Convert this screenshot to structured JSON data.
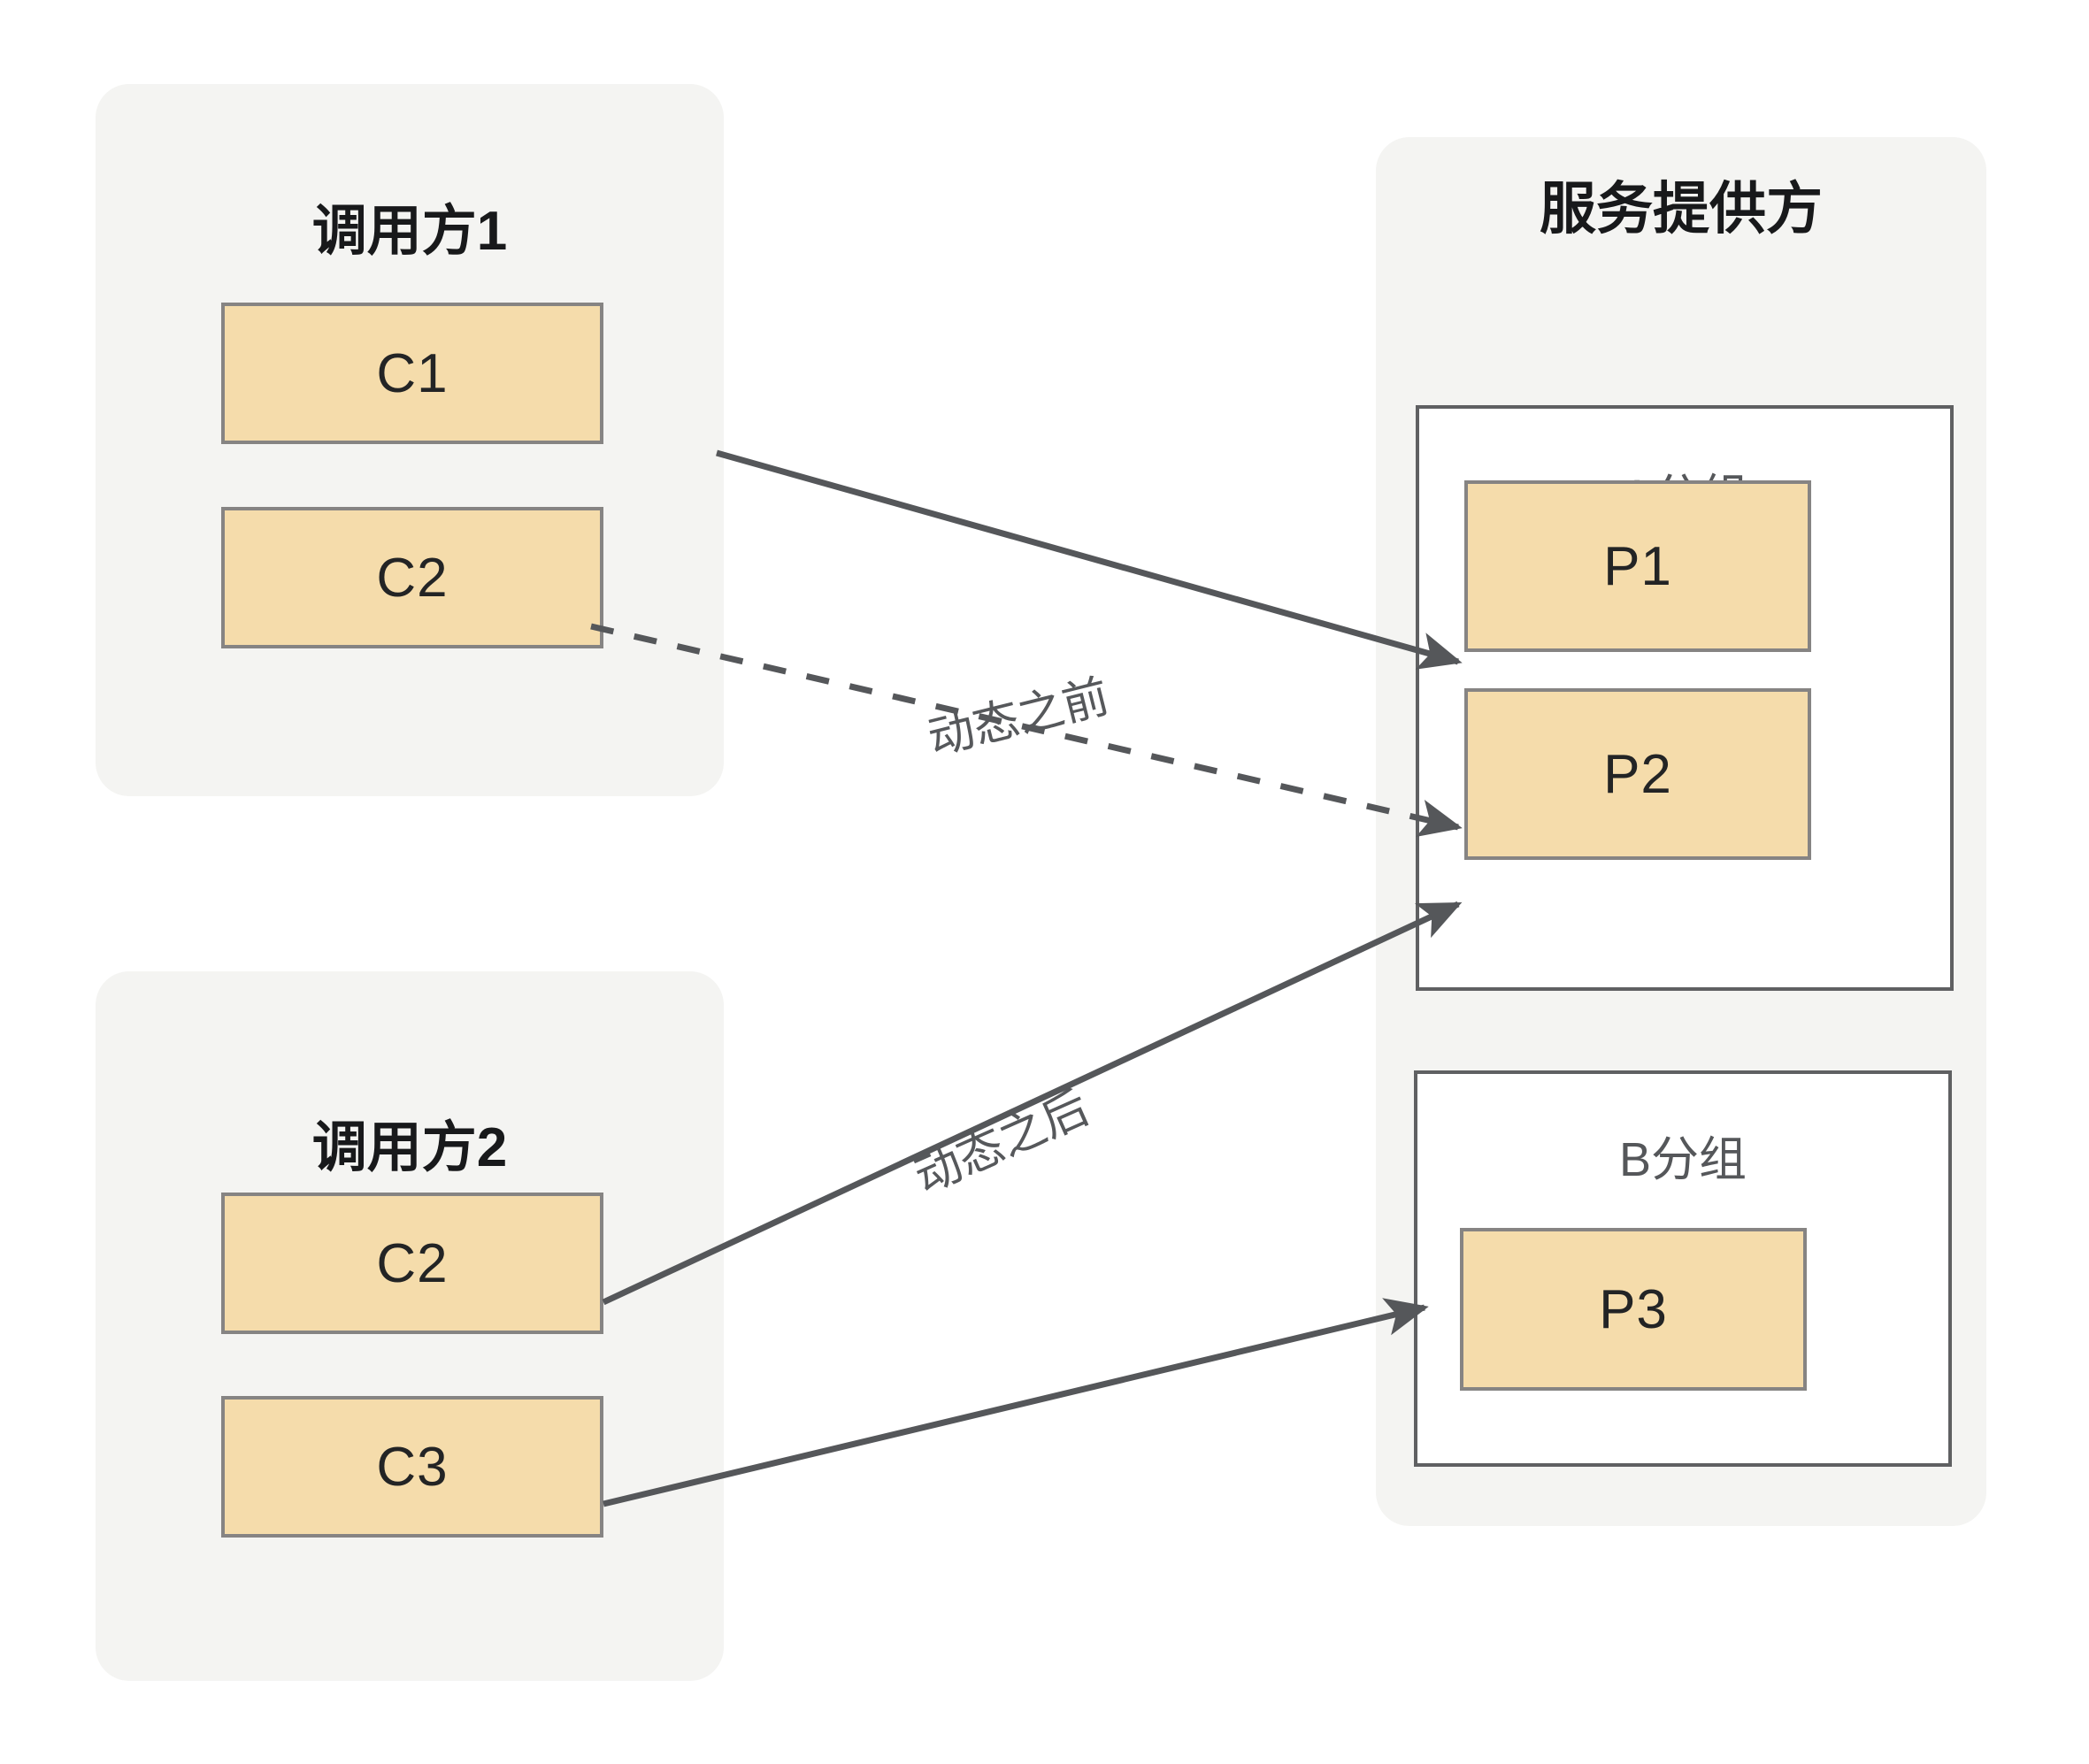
{
  "diagram": {
    "title_visible": false,
    "colors": {
      "panel_bg": "#f4f4f2",
      "node_fill": "#f5dcab",
      "node_border": "#868483",
      "group_border": "#5f6062",
      "connector": "#55575a",
      "text_dark": "#18191b",
      "text_muted": "#55575a",
      "page_bg": "#ffffff"
    },
    "panels": [
      {
        "id": "caller1",
        "title": "调用方1",
        "nodes": [
          {
            "id": "c1",
            "label": "C1"
          },
          {
            "id": "c2",
            "label": "C2"
          }
        ]
      },
      {
        "id": "caller2",
        "title": "调用方2",
        "nodes": [
          {
            "id": "c2b",
            "label": "C2"
          },
          {
            "id": "c3",
            "label": "C3"
          }
        ]
      },
      {
        "id": "provider",
        "title": "服务提供方",
        "groups": [
          {
            "id": "group-a",
            "title": "A分组",
            "nodes": [
              {
                "id": "p1",
                "label": "P1"
              },
              {
                "id": "p2",
                "label": "P2"
              }
            ]
          },
          {
            "id": "group-b",
            "title": "B分组",
            "nodes": [
              {
                "id": "p3",
                "label": "P3"
              }
            ]
          }
        ]
      }
    ],
    "connectors": [
      {
        "id": "c1-to-p1",
        "from": "C1",
        "to": "P1",
        "style": "solid",
        "label": ""
      },
      {
        "id": "c2-to-p2",
        "from": "C2",
        "to": "P2",
        "style": "dashed",
        "label": "动态之前"
      },
      {
        "id": "c2b-to-p2",
        "from": "C2",
        "to": "P2",
        "style": "solid",
        "label": "动态之后"
      },
      {
        "id": "c3-to-p3",
        "from": "C3",
        "to": "P3",
        "style": "solid",
        "label": ""
      }
    ],
    "labels": {
      "before": "动态之前",
      "after": "动态之后"
    }
  }
}
